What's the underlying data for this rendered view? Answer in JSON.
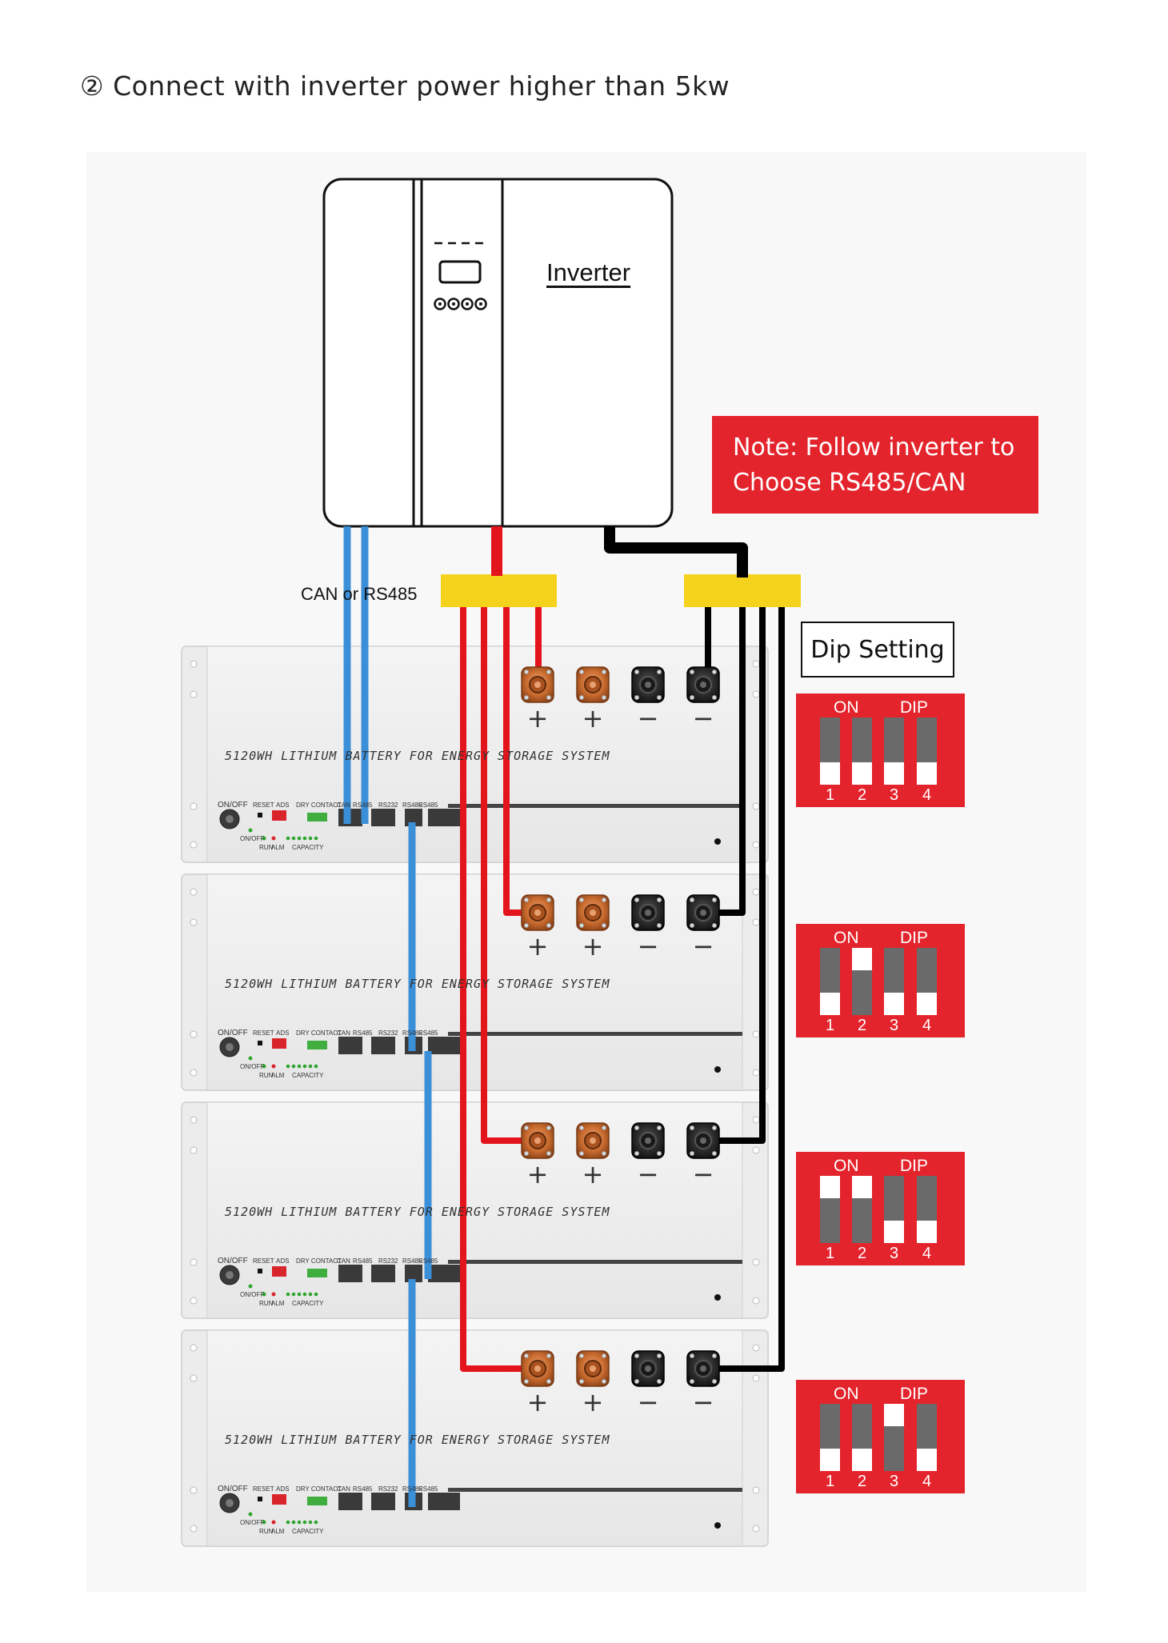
{
  "title": "② Connect with inverter power higher than 5kw",
  "inverter": {
    "label": "Inverter"
  },
  "note": {
    "line1": "Note: Follow inverter to",
    "line2": "Choose RS485/CAN"
  },
  "comm_label": "CAN or RS485",
  "dip_setting_label": "Dip Setting",
  "battery": {
    "title": "5120WH LITHIUM BATTERY FOR ENERGY STORAGE SYSTEM",
    "on_off": "ON/OFF",
    "panel_labels": [
      "RESET",
      "ADS",
      "DRY CONTACT",
      "CAN",
      "RS485",
      "RS232",
      "RS485",
      "RS485"
    ],
    "led_labels": {
      "small_onoff": "ON/OFF",
      "run": "RUN",
      "alm": "ALM",
      "capacity": "CAPACITY"
    },
    "terminals": [
      "+",
      "+",
      "−",
      "−"
    ]
  },
  "dip": {
    "on_label": "ON",
    "dip_label": "DIP",
    "switch_numbers": [
      "1",
      "2",
      "3",
      "4"
    ],
    "settings": [
      [
        false,
        false,
        false,
        false
      ],
      [
        false,
        true,
        false,
        false
      ],
      [
        true,
        true,
        false,
        false
      ],
      [
        false,
        false,
        true,
        false
      ]
    ]
  },
  "colors": {
    "note_bg": "#e4242c",
    "dip_bg": "#e4242c",
    "positive_cable": "#e4141c",
    "negative_cable": "#000000",
    "comm_cable": "#3b8fd9",
    "busbar": "#f5d31d",
    "terminal_copper": "#c86a2e"
  }
}
